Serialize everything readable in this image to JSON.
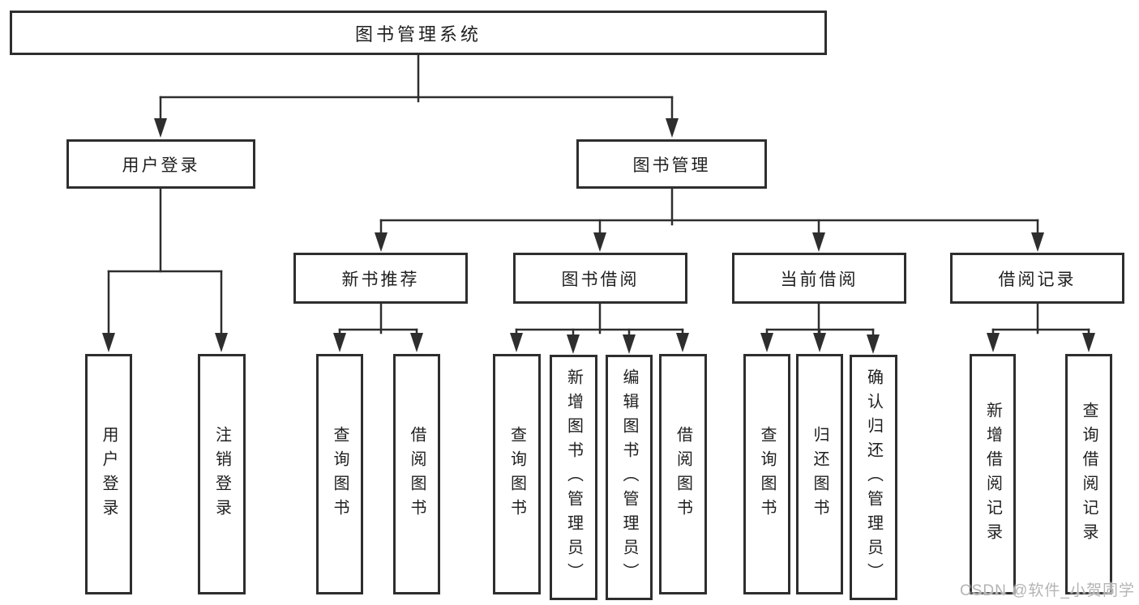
{
  "tree": {
    "label": "图书管理系统",
    "children": [
      {
        "label": "用户登录",
        "children": [
          {
            "label": "用户登录"
          },
          {
            "label": "注销登录"
          }
        ]
      },
      {
        "label": "图书管理",
        "children": [
          {
            "label": "新书推荐",
            "children": [
              {
                "label": "查询图书"
              },
              {
                "label": "借阅图书"
              }
            ]
          },
          {
            "label": "图书借阅",
            "children": [
              {
                "label": "查询图书"
              },
              {
                "label": "新增图书（管理员）"
              },
              {
                "label": "编辑图书（管理员）"
              },
              {
                "label": "借阅图书"
              }
            ]
          },
          {
            "label": "当前借阅",
            "children": [
              {
                "label": "查询图书"
              },
              {
                "label": "归还图书"
              },
              {
                "label": "确认归还（管理员）"
              }
            ]
          },
          {
            "label": "借阅记录",
            "children": [
              {
                "label": "新增借阅记录"
              },
              {
                "label": "查询借阅记录"
              }
            ]
          }
        ]
      }
    ]
  },
  "watermark": "CSDN @软件_小贺同学",
  "colors": {
    "line": "#2e2e2e",
    "text": "#1f1f1f",
    "background": "#ffffff",
    "watermark": "#b4b4b4"
  }
}
